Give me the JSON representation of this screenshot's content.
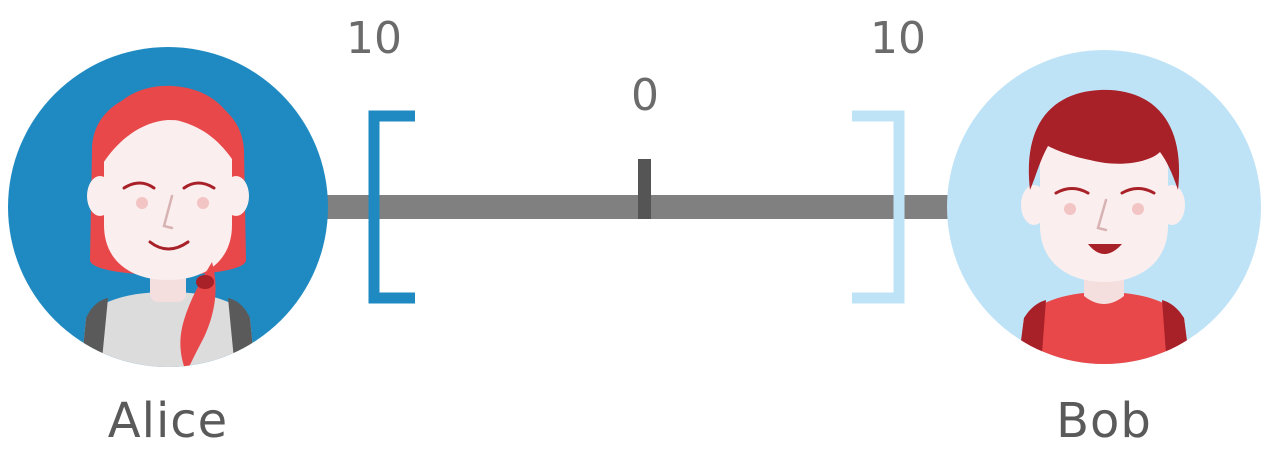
{
  "participants": {
    "left": {
      "name": "Alice"
    },
    "right": {
      "name": "Bob"
    }
  },
  "scale": {
    "left_bound_label": "10",
    "center_label": "0",
    "right_bound_label": "10"
  },
  "colors": {
    "track": "#808080",
    "center_tick": "#555555",
    "left_bracket": "#1f8ac2",
    "right_bracket": "#bfe3f6",
    "alice_bg": "#1f8ac2",
    "bob_bg": "#bfe3f6",
    "alice_hair": "#e8484a",
    "bob_hair": "#a82028",
    "skin": "#fbeeee",
    "label_text": "#6b6b6b"
  },
  "icons": {
    "left_avatar": "alice-avatar-icon",
    "right_avatar": "bob-avatar-icon"
  }
}
